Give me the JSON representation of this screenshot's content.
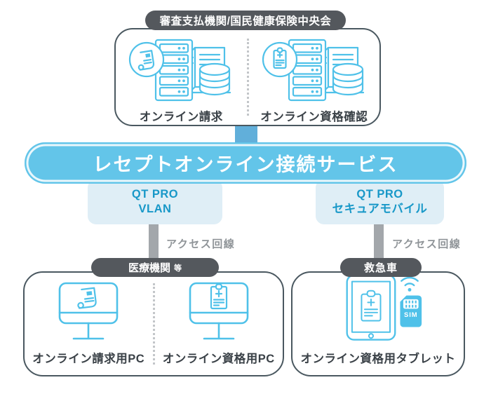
{
  "colors": {
    "accent_blue": "#4fc1e9",
    "service_bar_blue": "#63c5e9",
    "connector_blue": "#61afda",
    "frame_border": "#4a5860",
    "badge_background": "#54585d",
    "caption_text": "#3a4147",
    "access_line_gray": "#a3a7ab",
    "qt_box_background": "#dfeef6",
    "qt_box_text": "#1898c8"
  },
  "top_section": {
    "badge": "審査支払機関/国民健康保険中央会",
    "items": [
      {
        "label": "オンライン請求",
        "icon": "billing-server-icon"
      },
      {
        "label": "オンライン資格確認",
        "icon": "eligibility-server-icon"
      }
    ]
  },
  "service_bar": {
    "label": "レセプトオンライン接続サービス"
  },
  "connections": [
    {
      "line1": "QT PRO",
      "line2": "VLAN",
      "line_label": "アクセス回線"
    },
    {
      "line1": "QT PRO",
      "line2": "セキュアモバイル",
      "line_label": "アクセス回線"
    }
  ],
  "bottom_left": {
    "badge_main": "医療機関",
    "badge_suffix": "等",
    "items": [
      {
        "label": "オンライン請求用PC",
        "icon": "billing-pc-icon"
      },
      {
        "label": "オンライン資格用PC",
        "icon": "eligibility-pc-icon"
      }
    ]
  },
  "bottom_right": {
    "badge": "救急車",
    "items": [
      {
        "label": "オンライン資格用タブレット",
        "icon": "eligibility-tablet-icon"
      }
    ],
    "sim_label": "SIM"
  }
}
